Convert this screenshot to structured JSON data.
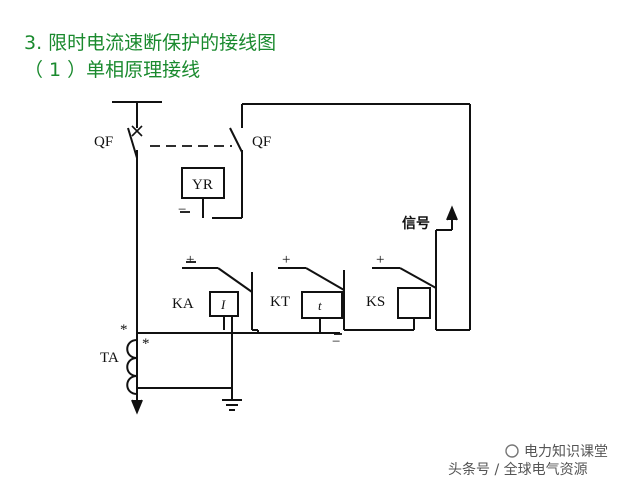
{
  "heading": {
    "line1": "3. 限时电流速断保护的接线图",
    "line2": "（ 1 ）单相原理接线"
  },
  "labels": {
    "qf_left": "QF",
    "qf_right": "QF",
    "yr": "YR",
    "yr_minus": "−",
    "signal": "信号",
    "ka": "KA",
    "kt": "KT",
    "ks": "KS",
    "ta": "TA",
    "ka_coil": "I",
    "kt_coil": "t",
    "plus_ka": "+",
    "plus_kt": "+",
    "plus_ks": "+",
    "kt_minus": "−",
    "star_top": "*",
    "star_bottom": "*"
  },
  "watermark": {
    "line1": "电力知识课堂",
    "line2": "头条号 / 全球电气资源"
  },
  "colors": {
    "heading": "#1a8a2e",
    "line": "#111111"
  }
}
